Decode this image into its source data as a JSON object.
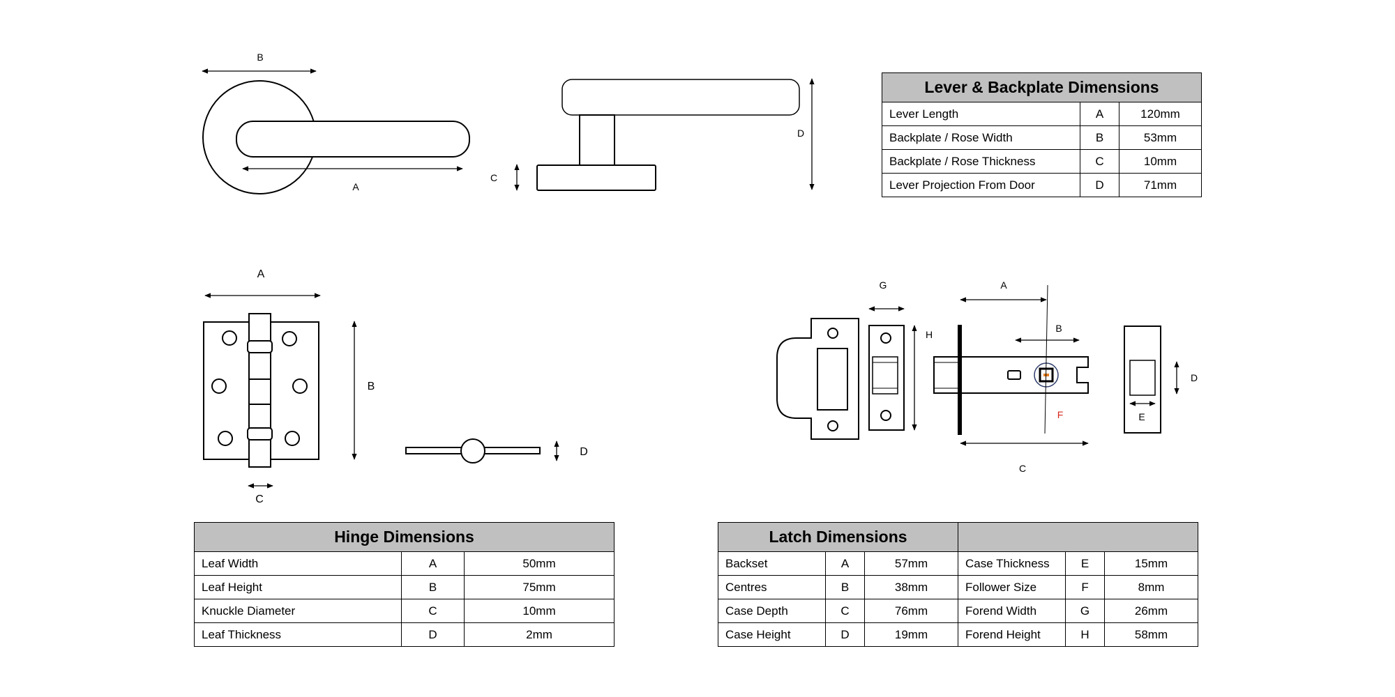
{
  "lever_labels": {
    "a": "A",
    "b": "B",
    "c": "C",
    "d": "D"
  },
  "hinge_labels": {
    "a": "A",
    "b": "B",
    "c": "C",
    "d": "D"
  },
  "latch_labels": {
    "a": "A",
    "b": "B",
    "c": "C",
    "d": "D",
    "e": "E",
    "f": "F",
    "g": "G",
    "h": "H"
  },
  "lever_table": {
    "title": "Lever & Backplate Dimensions",
    "rows": [
      {
        "name": "Lever Length",
        "code": "A",
        "value": "120mm"
      },
      {
        "name": "Backplate / Rose Width",
        "code": "B",
        "value": "53mm"
      },
      {
        "name": "Backplate / Rose Thickness",
        "code": "C",
        "value": "10mm"
      },
      {
        "name": "Lever Projection From Door",
        "code": "D",
        "value": "71mm"
      }
    ]
  },
  "hinge_table": {
    "title": "Hinge Dimensions",
    "rows": [
      {
        "name": "Leaf Width",
        "code": "A",
        "value": "50mm"
      },
      {
        "name": "Leaf Height",
        "code": "B",
        "value": "75mm"
      },
      {
        "name": "Knuckle Diameter",
        "code": "C",
        "value": "10mm"
      },
      {
        "name": "Leaf Thickness",
        "code": "D",
        "value": "2mm"
      }
    ]
  },
  "latch_table": {
    "title": "Latch Dimensions",
    "rows": [
      {
        "name": "Backset",
        "code": "A",
        "value": "57mm",
        "name2": "Case Thickness",
        "code2": "E",
        "value2": "15mm"
      },
      {
        "name": "Centres",
        "code": "B",
        "value": "38mm",
        "name2": "Follower Size",
        "code2": "F",
        "value2": "8mm"
      },
      {
        "name": "Case Depth",
        "code": "C",
        "value": "76mm",
        "name2": "Forend Width",
        "code2": "G",
        "value2": "26mm"
      },
      {
        "name": "Case Height",
        "code": "D",
        "value": "19mm",
        "name2": "Forend Height",
        "code2": "H",
        "value2": "58mm"
      }
    ]
  }
}
